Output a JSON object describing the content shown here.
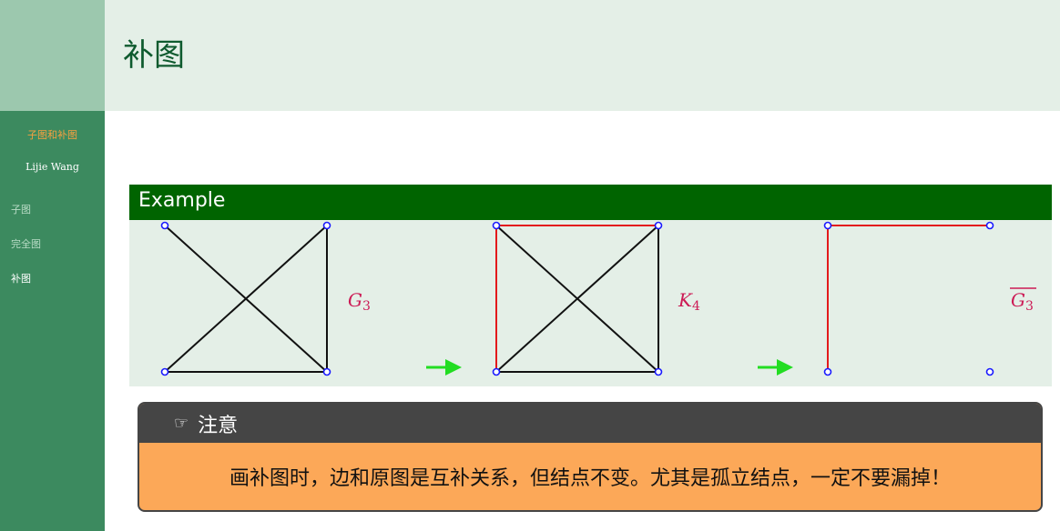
{
  "sidebar": {
    "title": "子图和补图",
    "author": "Lijie Wang",
    "items": [
      {
        "label": "子图",
        "active": false
      },
      {
        "label": "完全图",
        "active": false
      },
      {
        "label": "补图",
        "active": true
      }
    ]
  },
  "header": {
    "title": "补图"
  },
  "example": {
    "title": "Example",
    "graphs": [
      {
        "label": "G",
        "subscript": "3",
        "overline": false
      },
      {
        "label": "K",
        "subscript": "4",
        "overline": false
      },
      {
        "label": "G",
        "subscript": "3",
        "overline": true
      }
    ]
  },
  "note": {
    "icon": "pointing-hand-icon",
    "icon_glyph": "☞",
    "title": "注意",
    "body": "画补图时，边和原图是互补关系，但结点不变。尤其是孤立结点，一定不要漏掉！"
  },
  "colors": {
    "sidebar": "#3c8a5f",
    "block_header": "#006400",
    "label": "#cc1a55",
    "arrow": "#22dd22",
    "red_edge": "#e31a1c",
    "node": "#1a1aff",
    "note_header": "#454545",
    "note_body": "#fca858"
  }
}
